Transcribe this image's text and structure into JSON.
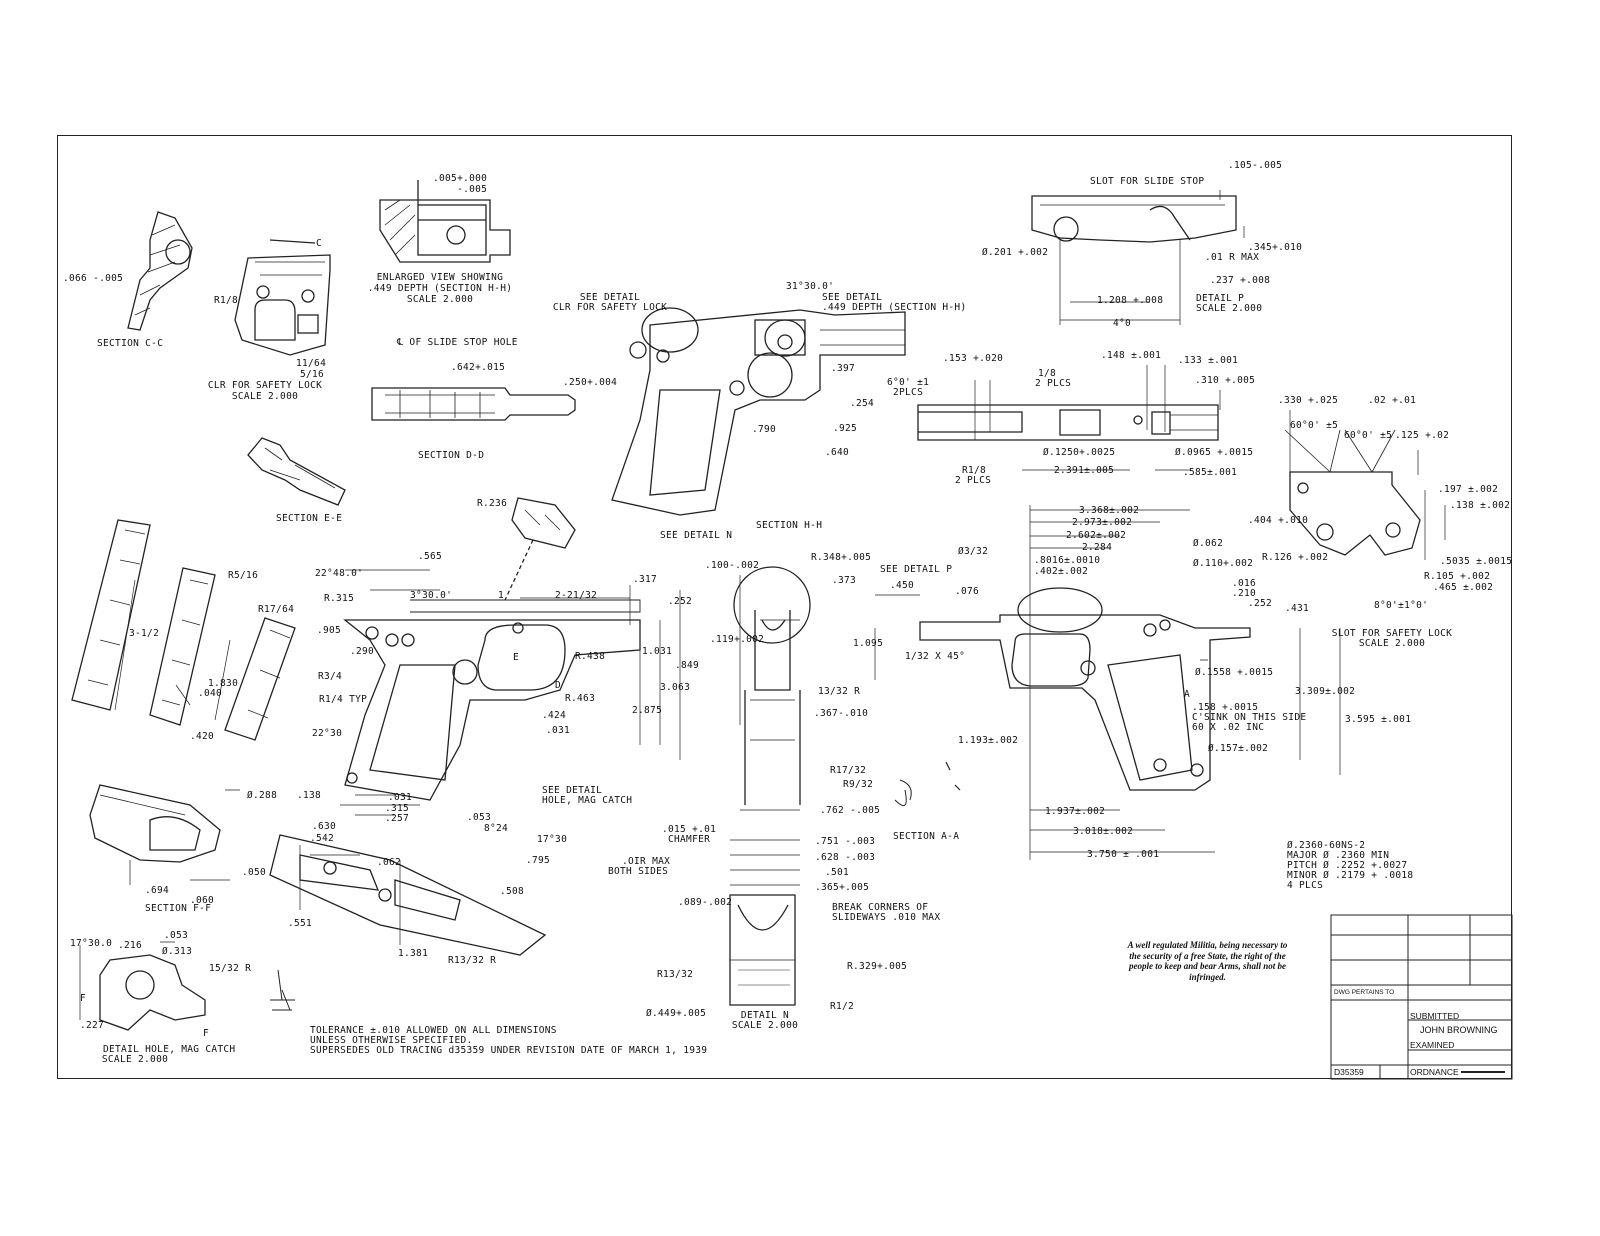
{
  "views": {
    "section_cc": "SECTION  C-C",
    "clr_safety_lock": [
      "CLR FOR SAFETY LOCK",
      "SCALE  2.000"
    ],
    "enlarged_view": [
      "ENLARGED VIEW SHOWING",
      ".449 DEPTH (SECTION H-H)",
      "SCALE  2.000"
    ],
    "slide_stop_hole": "℄ OF SLIDE STOP HOLE",
    "section_dd": "SECTION  D-D",
    "section_ee": "SECTION  E-E",
    "see_detail_clr": [
      "SEE DETAIL",
      "CLR FOR SAFETY LOCK"
    ],
    "see_detail_449": [
      "SEE DETAIL",
      ".449 DEPTH (SECTION H-H)"
    ],
    "slot_slide_stop": "SLOT FOR SLIDE STOP",
    "detail_p": [
      "DETAIL  P",
      "SCALE  2.000"
    ],
    "see_detail_n": "SEE DETAIL  N",
    "section_hh": "SECTION  H-H",
    "see_detail_p": "SEE DETAIL  P",
    "slot_safety_lock": [
      "SLOT FOR SAFETY LOCK",
      "SCALE  2.000"
    ],
    "see_detail_hole": [
      "SEE DETAIL",
      "HOLE, MAG CATCH"
    ],
    "section_ff": "SECTION  F-F",
    "section_aa": "SECTION  A-A",
    "detail_n": [
      "DETAIL  N",
      "SCALE  2.000"
    ],
    "detail_hole": [
      "DETAIL  HOLE, MAG CATCH",
      "SCALE  2.000"
    ],
    "break_corners": [
      "BREAK CORNERS OF",
      "SLIDEWAYS .010 MAX"
    ],
    "chamfer": [
      ".015 +.01",
      "CHAMFER"
    ],
    "oir_max": [
      ".OIR MAX",
      "BOTH SIDES"
    ],
    "csink": [
      ".158 +.0015",
      "C'SINK ON THIS SIDE",
      "60 X .02 INC"
    ],
    "thread": [
      "Ø.2360-60NS-2",
      "MAJOR Ø  .2360 MIN",
      "PITCH Ø  .2252 +.0027",
      "MINOR Ø  .2179 + .0018",
      "4 PLCS"
    ]
  },
  "dimensions": {
    "d066": ".066 -.005",
    "r18": "R1/8",
    "c": "C",
    "d1164": "11/64",
    "d516": "5/16",
    "d005": ".005+.000\n    -.005",
    "d642": ".642+.015",
    "d250": ".250+.004",
    "d31_30": "31°30.0'",
    "d397": ".397",
    "d254": ".254",
    "d790": ".790",
    "d925": ".925",
    "d640": ".640",
    "d105": ".105-.005",
    "d345": ".345+.010",
    "d201": "Ø.201 +.002",
    "r01": ".01 R MAX",
    "d237": ".237 +.008",
    "d1208": "1.208 +.008",
    "d4": "4°0",
    "d153": ".153 +.020",
    "d1_8": "1/8",
    "plcs2": "2 PLCS",
    "d148": ".148 ±.001",
    "d133": ".133 ±.001",
    "d310": ".310 +.005",
    "d6": "6°0' ±1",
    "plcs2b": "2PLCS",
    "d1250": "Ø.1250+.0025",
    "d0965": "Ø.0965 +.0015",
    "r18b": "R1/8",
    "plcs2c": "2 PLCS",
    "d2391": "2.391±.005",
    "d585": ".585±.001",
    "d330": ".330 +.025",
    "d02": ".02 +.01",
    "d60a": "60°0' ±5",
    "d60b": "60°0' ±5",
    "d125": ".125 +.02",
    "d197": ".197 ±.002",
    "d138": ".138 ±.002",
    "d404": ".404 +.010",
    "r126": "R.126 +.002",
    "d5035": ".5035 ±.0015",
    "r105": "R.105 +.002",
    "d465": ".465 ±.002",
    "d8": "8°0'±1°0'",
    "r236": "R.236",
    "d3368": "3.368±.002",
    "d2973": "2.973±.002",
    "d2602": "2.602±.002",
    "d2284": "2.284",
    "d332": "Ø3/32",
    "d8016": ".8016±.0010",
    "d402": ".402±.002",
    "d062": "Ø.062",
    "d110": "Ø.110+.002",
    "d016": ".016",
    "d210": ".210",
    "d252b": ".252",
    "d431": ".431",
    "d450": ".450",
    "d076": ".076",
    "d1095": "1.095",
    "d132": "1/32 X 45°",
    "d1558": "Ø.1558 +.0015",
    "d3309": "3.309±.002",
    "d3595": "3.595 ±.001",
    "a": "A",
    "d1193": "1.193±.002",
    "d157": "Ø.157±.002",
    "d1937": "1.937±.002",
    "d3018": "3.018±.002",
    "d3750": "3.750 ± .001",
    "d100": ".100-.002",
    "r348": "R.348+.005",
    "d373": ".373",
    "d119": ".119+.002",
    "d1332r": "13/32 R",
    "d367": ".367-.010",
    "r1732": "R17/32",
    "r932": "R9/32",
    "d762": ".762 -.005",
    "d751": ".751 -.003",
    "d628": ".628 -.003",
    "d501": ".501",
    "d365": ".365+.005",
    "d089": ".089-.002",
    "r1332": "R13/32",
    "r329": "R.329+.005",
    "r12": "R1/2",
    "d449": "Ø.449+.005",
    "d565": ".565",
    "d22_48": "22°48.0'",
    "r315": "R.315",
    "d3_30": "3°30.0'",
    "d1": "1",
    "d2_21": "2-21/32",
    "d317": ".317",
    "d252": ".252",
    "d905": ".905",
    "d290": ".290",
    "r34": "R3/4",
    "r14": "R1/4 TYP",
    "r438": "R.438",
    "d1031": "1.031",
    "d849": ".849",
    "d3063": "3.063",
    "d2875": "2.875",
    "r463": "R.463",
    "d424": ".424",
    "d031": ".031",
    "d22_30": "22°30",
    "d138b": ".138",
    "d031b": ".031",
    "d315": ".315",
    "d257": ".257",
    "d053b": ".053",
    "d8_24": "8°24",
    "d17_30": "17°30",
    "d795": ".795",
    "e": "E",
    "d_": "D",
    "r516": "R5/16",
    "r1764": "R17/64",
    "d312": "3-1/2",
    "d1830": "1.830",
    "d040": ".040",
    "d420": ".420",
    "d288": "Ø.288",
    "d694": ".694",
    "d060": ".060",
    "d050": ".050",
    "d630": ".630",
    "d542": ".542",
    "d062b": ".062",
    "d551": ".551",
    "d1381": "1.381",
    "r1332b": "R13/32 R",
    "d508": ".508",
    "d17_30b": "17°30.0",
    "d216": ".216",
    "d053": ".053",
    "d313": "Ø.313",
    "f": "F",
    "f2": "F",
    "d227": ".227",
    "r1532": "15/32 R"
  },
  "notes": [
    "TOLERANCE ±.010 ALLOWED ON ALL DIMENSIONS",
    "UNLESS OTHERWISE SPECIFIED.",
    "SUPERSEDES OLD TRACING d35359 UNDER REVISION DATE OF MARCH 1, 1939"
  ],
  "quote": "A well regulated Militia, being necessary to the security of a free State, the right of the people to keep and bear Arms, shall not be infringed.",
  "title_block": {
    "dwg_pertains": "DWG PERTAINS TO",
    "submitted": "SUBMITTED",
    "submitter": "JOHN BROWNING",
    "examined": "EXAMINED",
    "dwg_no": "D35359",
    "ordnance": "ORDNANCE"
  }
}
